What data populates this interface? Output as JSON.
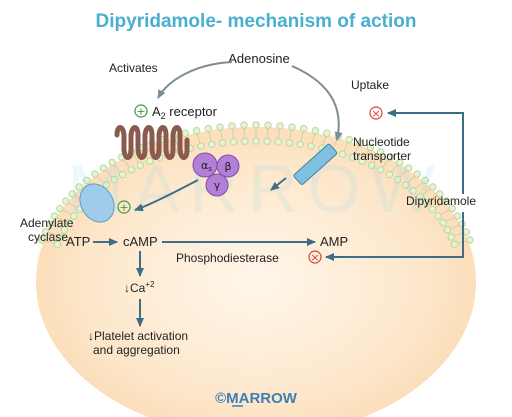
{
  "title": "Dipyridamole- mechanism of action",
  "labels": {
    "adenosine": "Adenosine",
    "activates": "Activates",
    "uptake": "Uptake",
    "a2_receptor": "A",
    "a2_sub": "2",
    "a2_rest": " receptor",
    "nucleotide": "Nucleotide",
    "transporter": "transporter",
    "dipyridamole": "Dipyridamole",
    "adenylate": "Adenylate",
    "cyclase": "cyclase",
    "atp": "ATP",
    "camp": "cAMP",
    "amp": "AMP",
    "phosphodiesterase": "Phosphodiesterase",
    "calcium": "↓Ca",
    "calcium_sup": "+2",
    "platelet1": "↓Platelet activation",
    "platelet2": "and aggregation",
    "g_alpha": "α",
    "g_alpha_sub": "s",
    "g_beta": "β",
    "g_gamma": "γ",
    "watermark": "MARROW",
    "footer": "©MARROW"
  },
  "symbols": {
    "plus": "+",
    "inhibit": "×"
  },
  "colors": {
    "title": "#4aaed1",
    "cell": "#fbe0c0",
    "membrane_head": "#b9d89a",
    "receptor": "#8b5a4e",
    "gprotein": "#b47fd6",
    "adenylate": "#9fcde9",
    "transporter": "#7fbfe0",
    "arrow": "#3e6e87",
    "plus": "#3f9b3f",
    "inhibit": "#d9413a",
    "footer": "#3f7fb5"
  }
}
